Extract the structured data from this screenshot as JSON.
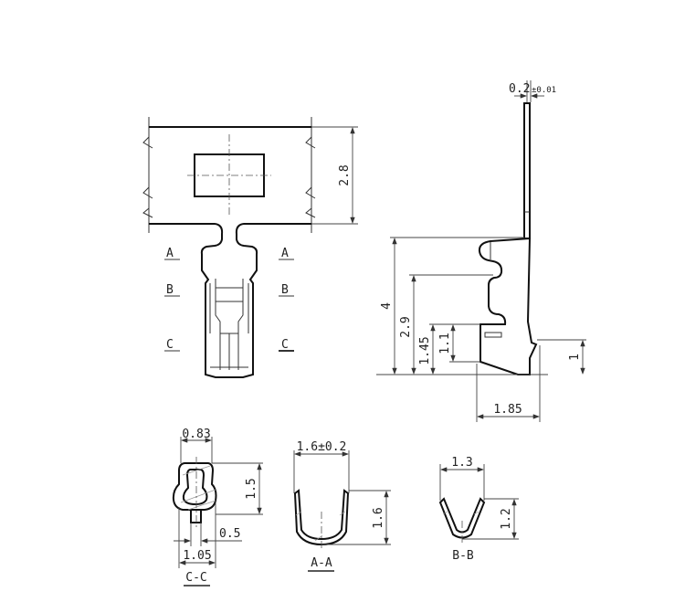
{
  "front_view": {
    "dim_height": "2.8",
    "section_labels_left": [
      "A",
      "B",
      "C"
    ],
    "section_labels_right": [
      "A",
      "B",
      "C"
    ]
  },
  "side_view": {
    "dim_thickness": "0.2",
    "dim_thickness_tol": "±0.01",
    "dim_total_height": "4",
    "dim_2_9": "2.9",
    "dim_1_45": "1.45",
    "dim_1_1": "1.1",
    "dim_1": "1",
    "dim_width": "1.85"
  },
  "section_cc": {
    "dim_top": "0.83",
    "dim_height": "1.5",
    "dim_pin": "0.5",
    "dim_bottom": "1.05",
    "label": "C-C"
  },
  "section_aa": {
    "dim_width": "1.6±0.2",
    "dim_height": "1.6",
    "label": "A-A"
  },
  "section_bb": {
    "dim_width": "1.3",
    "dim_height": "1.2",
    "label": "B-B"
  },
  "colors": {
    "line": "#111111",
    "background": "#ffffff"
  }
}
